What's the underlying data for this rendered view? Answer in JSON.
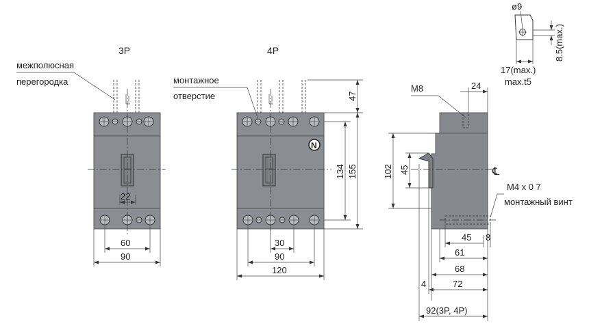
{
  "titles": {
    "p3": "3P",
    "p4": "4P"
  },
  "labels": {
    "partition_line1": "межполюсная",
    "partition_line2": "перегородка",
    "mounting_hole_line1": "монтажное",
    "mounting_hole_line2": "отверстие",
    "screw_spec": "M4 x 0 7",
    "screw_name": "монтажный винт",
    "m8": "M8",
    "neutral": "N",
    "centerline": "℄",
    "max_t": "max.t5"
  },
  "dimensions_3p": {
    "inner": "22",
    "pitch": "60",
    "width": "90"
  },
  "dimensions_4p": {
    "pitch": "30",
    "inner": "90",
    "width": "120",
    "top": "47",
    "mount_height": "134",
    "height": "155"
  },
  "dimensions_side": {
    "top": "24",
    "height": "102",
    "handle": "45",
    "screw_depth": "45",
    "screw_offset": "8",
    "d61": "61",
    "d68": "68",
    "d72": "72",
    "d4": "4",
    "total": "92(3P, 4P)"
  },
  "dimensions_detail": {
    "hole": "ø9",
    "thickness": "8.5(max.)",
    "width": "17(max.)"
  },
  "colors": {
    "body": "#8a8d91",
    "terminal": "#b9bcc0",
    "line": "#333333"
  }
}
